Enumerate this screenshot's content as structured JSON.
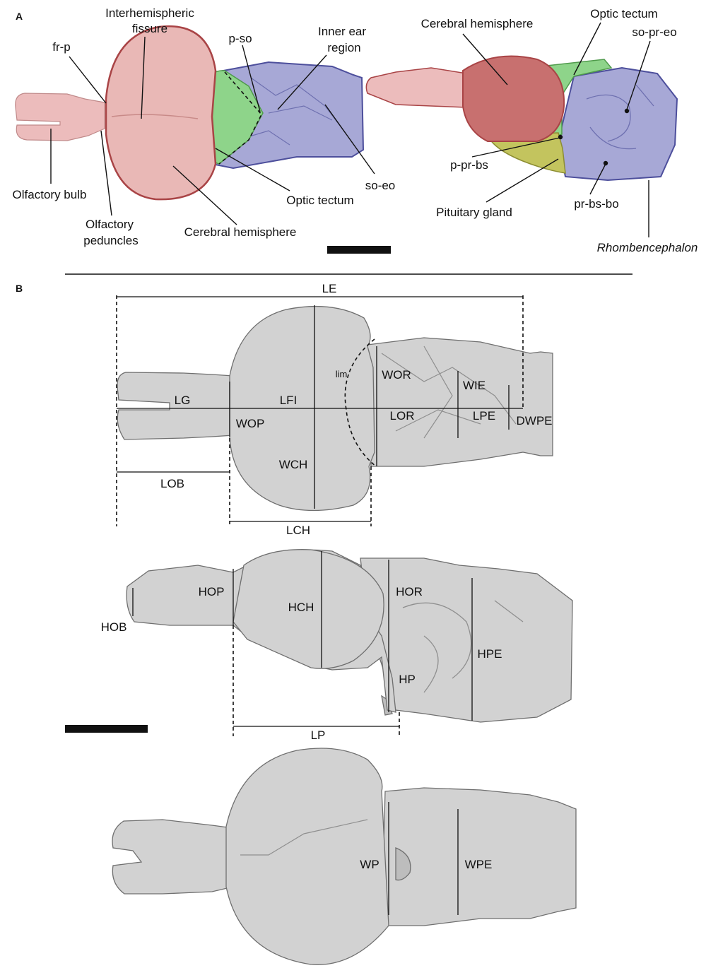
{
  "panels": {
    "a": "A",
    "b": "B"
  },
  "colors": {
    "cerebral": "#c8706f",
    "cerebral_dark": "#a94446",
    "olfactory": "#ecbcbc",
    "tectum": "#8ed48a",
    "hindbrain": "#a7a8d6",
    "hindbrain_dark": "#4d4f9c",
    "pituitary": "#c3c45e",
    "grey_model": "#d2d2d2",
    "scale_bar": "#111111"
  },
  "panel_a": {
    "dorsal": {
      "interhemispheric": "Interhemispheric",
      "fissure": "fissure",
      "fr_p": "fr-p",
      "p_so": "p-so",
      "inner_ear_1": "Inner ear",
      "inner_ear_2": "region",
      "olfactory_bulb": "Olfactory bulb",
      "olfactory_peduncles_1": "Olfactory",
      "olfactory_peduncles_2": "peduncles",
      "cerebral_hemisphere": "Cerebral hemisphere",
      "optic_tectum": "Optic tectum",
      "so_eo": "so-eo"
    },
    "lateral": {
      "cerebral_hemisphere": "Cerebral hemisphere",
      "optic_tectum": "Optic tectum",
      "so_pr_eo": "so-pr-eo",
      "p_pr_bs": "p-pr-bs",
      "pituitary_gland": "Pituitary gland",
      "pr_bs_bo": "pr-bs-bo",
      "rhombencephalon": "Rhombencephalon"
    }
  },
  "panel_b": {
    "dorsal": {
      "LE": "LE",
      "LG": "LG",
      "LFI": "LFI",
      "lim": "lim",
      "WOR": "WOR",
      "WIE": "WIE",
      "LOR": "LOR",
      "LPE": "LPE",
      "DWPE": "DWPE",
      "WOP": "WOP",
      "WCH": "WCH",
      "LOB": "LOB",
      "LCH": "LCH"
    },
    "lateral": {
      "HOP": "HOP",
      "HCH": "HCH",
      "HOR": "HOR",
      "HOB": "HOB",
      "HPE": "HPE",
      "HP": "HP",
      "LP": "LP"
    },
    "ventral": {
      "WP": "WP",
      "WPE": "WPE"
    }
  }
}
